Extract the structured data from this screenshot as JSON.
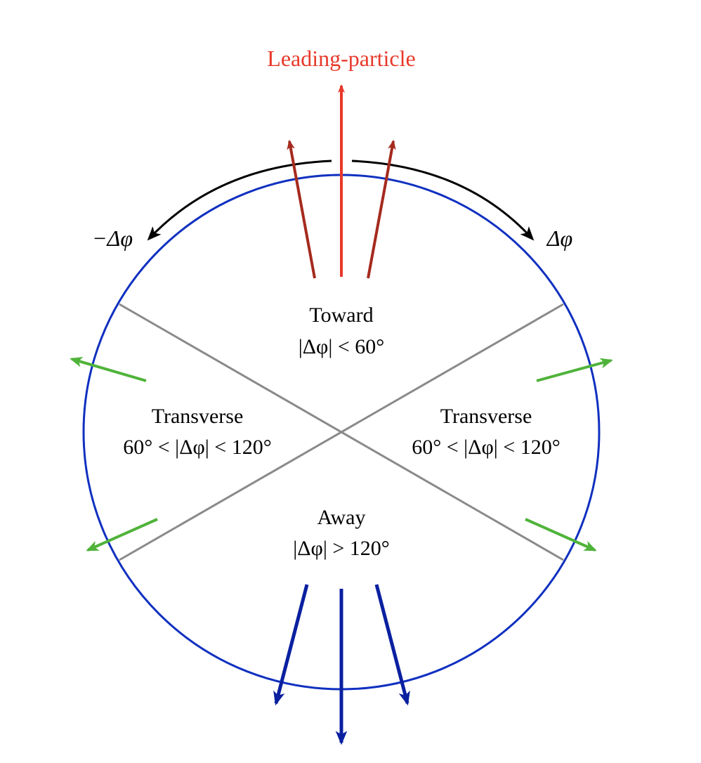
{
  "title": "Leading-particle",
  "regions": {
    "toward": {
      "name": "Toward",
      "condition": "|Δφ| < 60°"
    },
    "transverse_left": {
      "name": "Transverse",
      "condition": "60° < |Δφ| < 120°"
    },
    "transverse_right": {
      "name": "Transverse",
      "condition": "60° < |Δφ| < 120°"
    },
    "away": {
      "name": "Away",
      "condition": "|Δφ| > 120°"
    }
  },
  "direction_labels": {
    "left": "−Δφ",
    "right": "Δφ"
  },
  "colors": {
    "leading": "#e8392a",
    "toward_arrows": "#a52a1e",
    "circle": "#1030c0",
    "away_arrows": "#0a20a0",
    "transverse_arrows": "#4fb33a",
    "dividers": "#8a8a8a",
    "rotation_arcs": "#000000"
  }
}
